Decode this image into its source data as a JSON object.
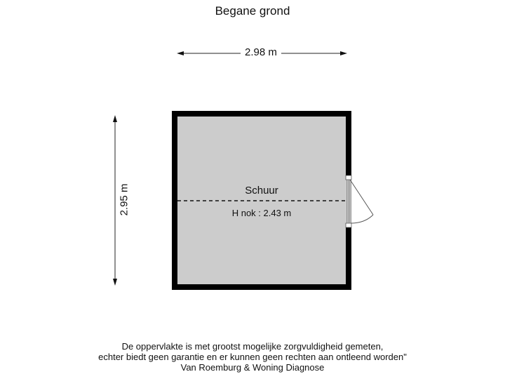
{
  "floor": {
    "title": "Begane grond"
  },
  "dimensions": {
    "width_label": "2.98 m",
    "height_label": "2.95 m"
  },
  "room": {
    "name": "Schuur",
    "ridge_height_label": "H nok : 2.43 m",
    "fill_color": "#cccccc",
    "wall_color": "#000000"
  },
  "disclaimer": {
    "line1": "De oppervlakte is met grootst mogelijke zorgvuldigheid gemeten,",
    "line2": "echter biedt geen garantie en er kunnen geen rechten aan ontleend worden\"",
    "line3": "Van Roemburg & Woning Diagnose"
  }
}
